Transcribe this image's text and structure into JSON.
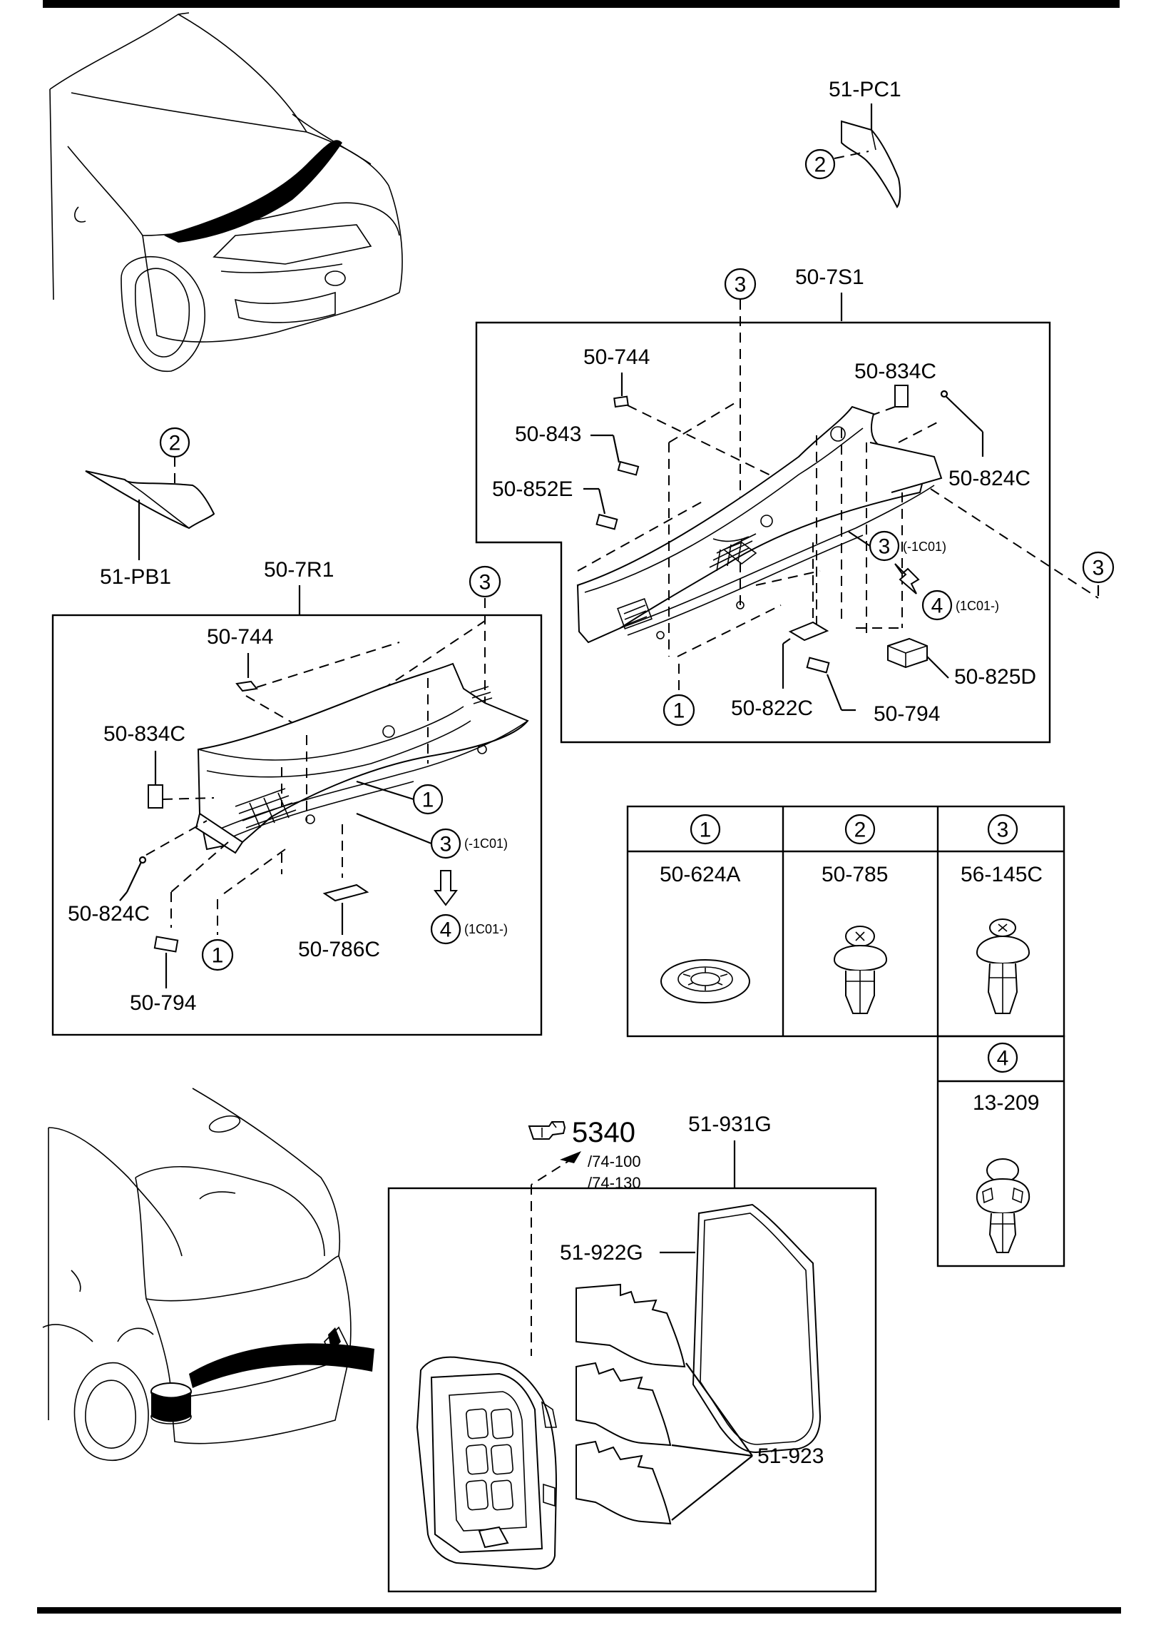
{
  "parts": {
    "p51_pc1": "51-PC1",
    "p50_7s1": "50-7S1",
    "p50_744_a": "50-744",
    "p50_834c_a": "50-834C",
    "p50_843": "50-843",
    "p50_852e": "50-852E",
    "p50_824c_a": "50-824C",
    "p50_825d": "50-825D",
    "p50_822c": "50-822C",
    "p50_794_a": "50-794",
    "p51_pb1": "51-PB1",
    "p50_7r1": "50-7R1",
    "p50_744_b": "50-744",
    "p50_834c_b": "50-834C",
    "p50_824c_b": "50-824C",
    "p50_794_b": "50-794",
    "p50_786c": "50-786C",
    "p51_931g": "51-931G",
    "p51_922g": "51-922G",
    "p51_923": "51-923"
  },
  "notes": {
    "upto_1c01": "(-1C01)",
    "from_1c01": "(1C01-)"
  },
  "callouts": {
    "c1": "1",
    "c2": "2",
    "c3": "3",
    "c4": "4"
  },
  "reference": {
    "page": "5340",
    "sub1": "/74-100",
    "sub2": "/74-130"
  },
  "legend": {
    "cells": [
      {
        "num": "1",
        "part": "50-624A"
      },
      {
        "num": "2",
        "part": "50-785"
      },
      {
        "num": "3",
        "part": "56-145C"
      },
      {
        "num": "4",
        "part": "13-209"
      }
    ]
  },
  "icons": [
    "pointing-hand-icon",
    "arrow-icon"
  ]
}
